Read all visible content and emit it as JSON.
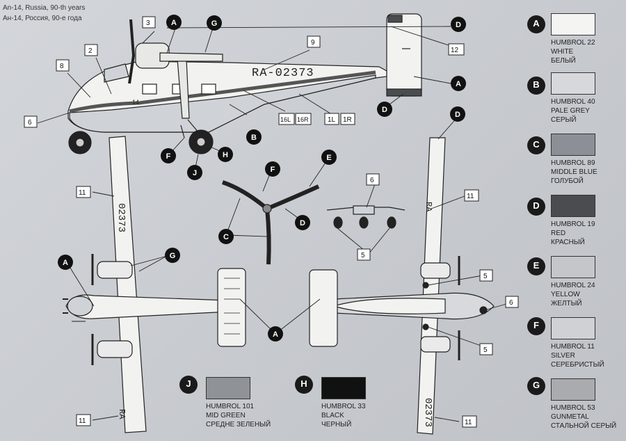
{
  "header": {
    "title_en": "An-14, Russia, 90-th years",
    "title_ru": "Ан-14, Россия, 90-е года"
  },
  "registration": {
    "side": "RA-02373",
    "wing_top": "02373",
    "wing_top_prefix": "RA",
    "wing_bottom": "RA",
    "wing_bottom_num": "02373",
    "fuselage_number": "14"
  },
  "colors": {
    "A": "#f4f4f2",
    "B": "#d6d8db",
    "C": "#8c9096",
    "D": "#4a4c50",
    "E": "#c4c6c9",
    "F": "#cfd1d4",
    "G": "#a9abaf",
    "H": "#111111",
    "J": "#8f9296"
  },
  "legend": [
    {
      "letter": "A",
      "code": "HUMBROL 22",
      "en": "WHITE",
      "ru": "БЕЛЫЙ"
    },
    {
      "letter": "B",
      "code": "HUMBROL 40",
      "en": "PALE GREY",
      "ru": "СЕРЫЙ"
    },
    {
      "letter": "C",
      "code": "HUMBROL 89",
      "en": "MIDDLE BLUE",
      "ru": "ГОЛУБОЙ"
    },
    {
      "letter": "D",
      "code": "HUMBROL 19",
      "en": "RED",
      "ru": "КРАСНЫЙ"
    },
    {
      "letter": "E",
      "code": "HUMBROL 24",
      "en": "YELLOW",
      "ru": "ЖЕЛТЫЙ"
    },
    {
      "letter": "F",
      "code": "HUMBROL 11",
      "en": "SILVER",
      "ru": "СЕРЕБРИСТЫЙ"
    },
    {
      "letter": "G",
      "code": "HUMBROL 53",
      "en": "GUNMETAL",
      "ru": "СТАЛЬНОЙ СЕРЫЙ"
    }
  ],
  "bottom_legend": [
    {
      "letter": "J",
      "code": "HUMBROL 101",
      "en": "MID GREEN",
      "ru": "СРЕДНЕ ЗЕЛЕНЫЙ"
    },
    {
      "letter": "H",
      "code": "HUMBROL 33",
      "en": "BLACK",
      "ru": "ЧЕРНЫЙ"
    }
  ],
  "decal_numbers": {
    "n1L": "1L",
    "n1R": "1R",
    "n2": "2",
    "n3": "3",
    "n5": "5",
    "n6": "6",
    "n8": "8",
    "n9": "9",
    "n11": "11",
    "n12": "12",
    "n16L": "16L",
    "n16R": "16R"
  },
  "callout_letters": {
    "A": "A",
    "B": "B",
    "C": "C",
    "D": "D",
    "E": "E",
    "F": "F",
    "G": "G",
    "H": "H",
    "J": "J"
  }
}
